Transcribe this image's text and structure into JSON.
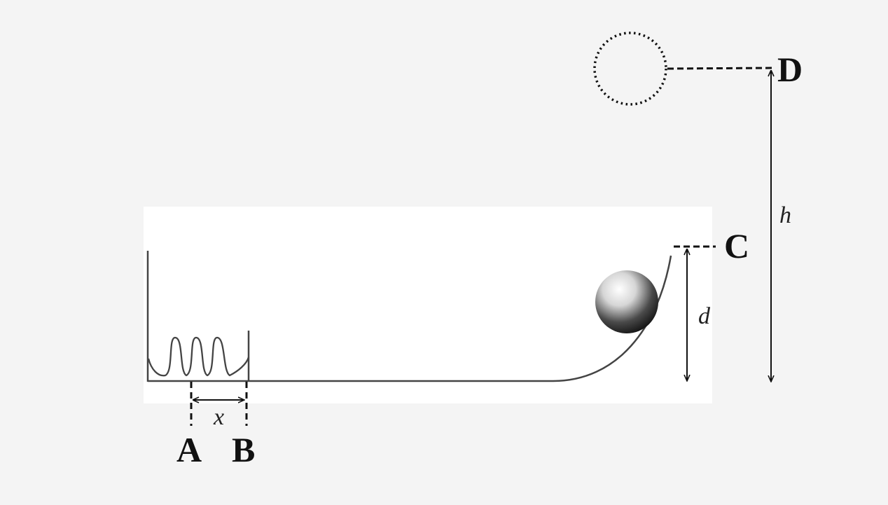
{
  "diagram": {
    "points": {
      "A": "A",
      "B": "B",
      "C": "C",
      "D": "D"
    },
    "variables": {
      "x": "x",
      "d": "d",
      "h": "h"
    },
    "colors": {
      "background": "#f4f4f4",
      "panel": "#ffffff",
      "ink": "#111111"
    }
  }
}
